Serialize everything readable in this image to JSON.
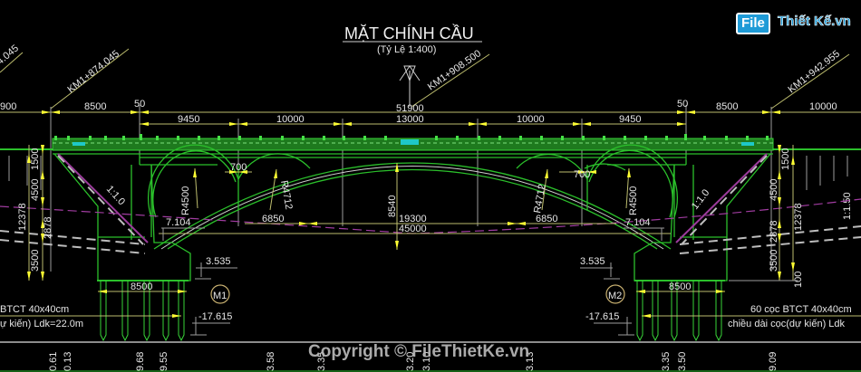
{
  "drawing": {
    "title": "MẶT CHÍNH CẦU",
    "scale": "(Tỷ Lệ 1:400)"
  },
  "stations": {
    "far_left": "4.045",
    "left_abutment": "KM1+874.045",
    "center": "KM1+908.500",
    "right_abutment": "KM1+942.955"
  },
  "top_dimensions": {
    "left_edge": "900",
    "left_approach": "8500",
    "left_gap": "50",
    "total": "51900",
    "right_gap": "50",
    "right_approach": "8500",
    "right_edge": "10000"
  },
  "span_dimensions": [
    "9450",
    "10000",
    "13000",
    "10000",
    "9450"
  ],
  "vertical_dimensions": {
    "left": {
      "d1500": "1500",
      "d4500": "4500",
      "d12378": "12378",
      "d2878": "2878",
      "d3500": "3500"
    },
    "right": {
      "d1500": "1500",
      "d4500": "4500",
      "d12378": "12378",
      "d2878": "2878",
      "d3500": "3500",
      "d100": "100"
    }
  },
  "arch_labels": {
    "r_left_outer": "R4500",
    "r_left_inner": "R4712",
    "r_right_inner": "R4712",
    "r_right_outer": "R4500",
    "spandrel_left": "700",
    "spandrel_right": "700",
    "rise": "8540",
    "chord_inner": "19300",
    "chord_total": "45000",
    "offset_left": "6850",
    "offset_right": "6850"
  },
  "slopes": {
    "left_abutment": "1:1.0",
    "right_abutment": "1:1.0",
    "right_embankment": "1:1.50"
  },
  "elevations": {
    "left_springing": "7.104",
    "right_springing": "7.104",
    "left_footing_top": "3.535",
    "right_footing_top": "3.535",
    "left_pile_tip": "-17.615",
    "right_pile_tip": "-17.615"
  },
  "foundations": {
    "left_width": "8500",
    "right_width": "8500",
    "left_marker": "M1",
    "right_marker": "M2",
    "left_note_1": "BTCT 40x40cm",
    "left_note_2": "ự kiến) Ldk=22.0m",
    "right_note_1": "60 cọc BTCT 40x40cm",
    "right_note_2": "chiều dài cọc(dự kiến) Ldk"
  },
  "ground_profile": [
    "0.61",
    "0.13",
    "9.68",
    "9.55",
    "3.58",
    "3.35",
    "3.20",
    "3.10",
    "3.13",
    "3.35",
    "3.50",
    "9.09"
  ],
  "logo": {
    "file": "File",
    "rest": "Thiết Kế.vn"
  },
  "watermark": "Copyright © FileThietKe.vn",
  "colors": {
    "background": "#000000",
    "structure": "#2bc02b",
    "dimension": "#bdbd6e",
    "arrow": "#ffff33",
    "slope_line": "#9b3b9b",
    "logo": "#1e9bd7"
  }
}
